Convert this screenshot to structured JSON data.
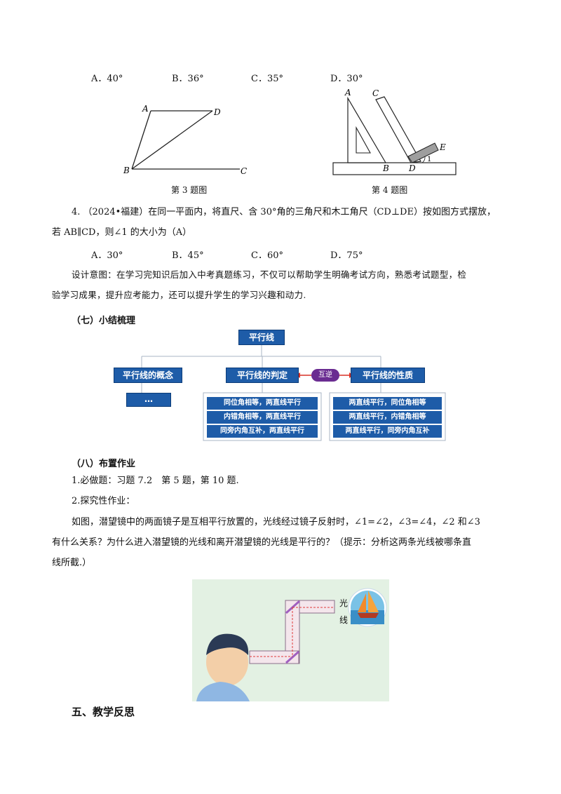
{
  "q3": {
    "choices": [
      "A．40°",
      "B．36°",
      "C．35°",
      "D．30°"
    ],
    "figure_points": [
      "A",
      "D",
      "B",
      "C"
    ],
    "caption": "第 3 题图"
  },
  "q4": {
    "figure_points": [
      "A",
      "C",
      "E",
      "B",
      "D",
      "1"
    ],
    "caption": "第 4 题图",
    "line1": "4. （2024•福建）在同一平面内，将直尺、含 30°角的三角尺和木工角尺（CD⊥DE）按如图方式摆放，",
    "line2": "若 AB∥CD，则∠1 的大小为（A）",
    "choices": [
      "A．30°",
      "B．45°",
      "C．60°",
      "D．75°"
    ]
  },
  "design_intent": {
    "line1": "设计意图：在学习完知识后加入中考真题练习，不仅可以帮助学生明确考试方向，熟悉考试题型，检",
    "line2": "验学习成果，提升应考能力，还可以提升学生的学习兴趣和动力."
  },
  "summary": {
    "heading": "（七）小结梳理",
    "root": "平行线",
    "concept": "平行线的概念",
    "concept_child": "…",
    "judgement": "平行线的判定",
    "relation": "互逆",
    "property": "平行线的性质",
    "judgement_items": [
      "同位角相等，两直线平行",
      "内错角相等，两直线平行",
      "同旁内角互补，两直线平行"
    ],
    "property_items": [
      "两直线平行，同位角相等",
      "两直线平行，内错角相等",
      "两直线平行，同旁内角互补"
    ],
    "colors": {
      "box": "#1e5ca8",
      "relation": "#6a2c91",
      "arrow": "#d93025"
    }
  },
  "homework": {
    "heading": "（八）布置作业",
    "item1": "1.必做题：习题 7.2　第 5 题，第 10 题.",
    "item2": "2.探究性作业：",
    "p1": "如图，潜望镜中的两面镜子是互相平行放置的，光线经过镜子反射时，∠1=∠2，∠3=∠4，∠2 和∠3",
    "p2": "有什么关系？为什么进入潜望镜的光线和离开潜望镜的光线是平行的？（提示：分析这两条光线被哪条直",
    "p3": "线所截.）",
    "image_labels": [
      "光",
      "线"
    ]
  },
  "reflection": {
    "heading": "五、教学反思"
  }
}
